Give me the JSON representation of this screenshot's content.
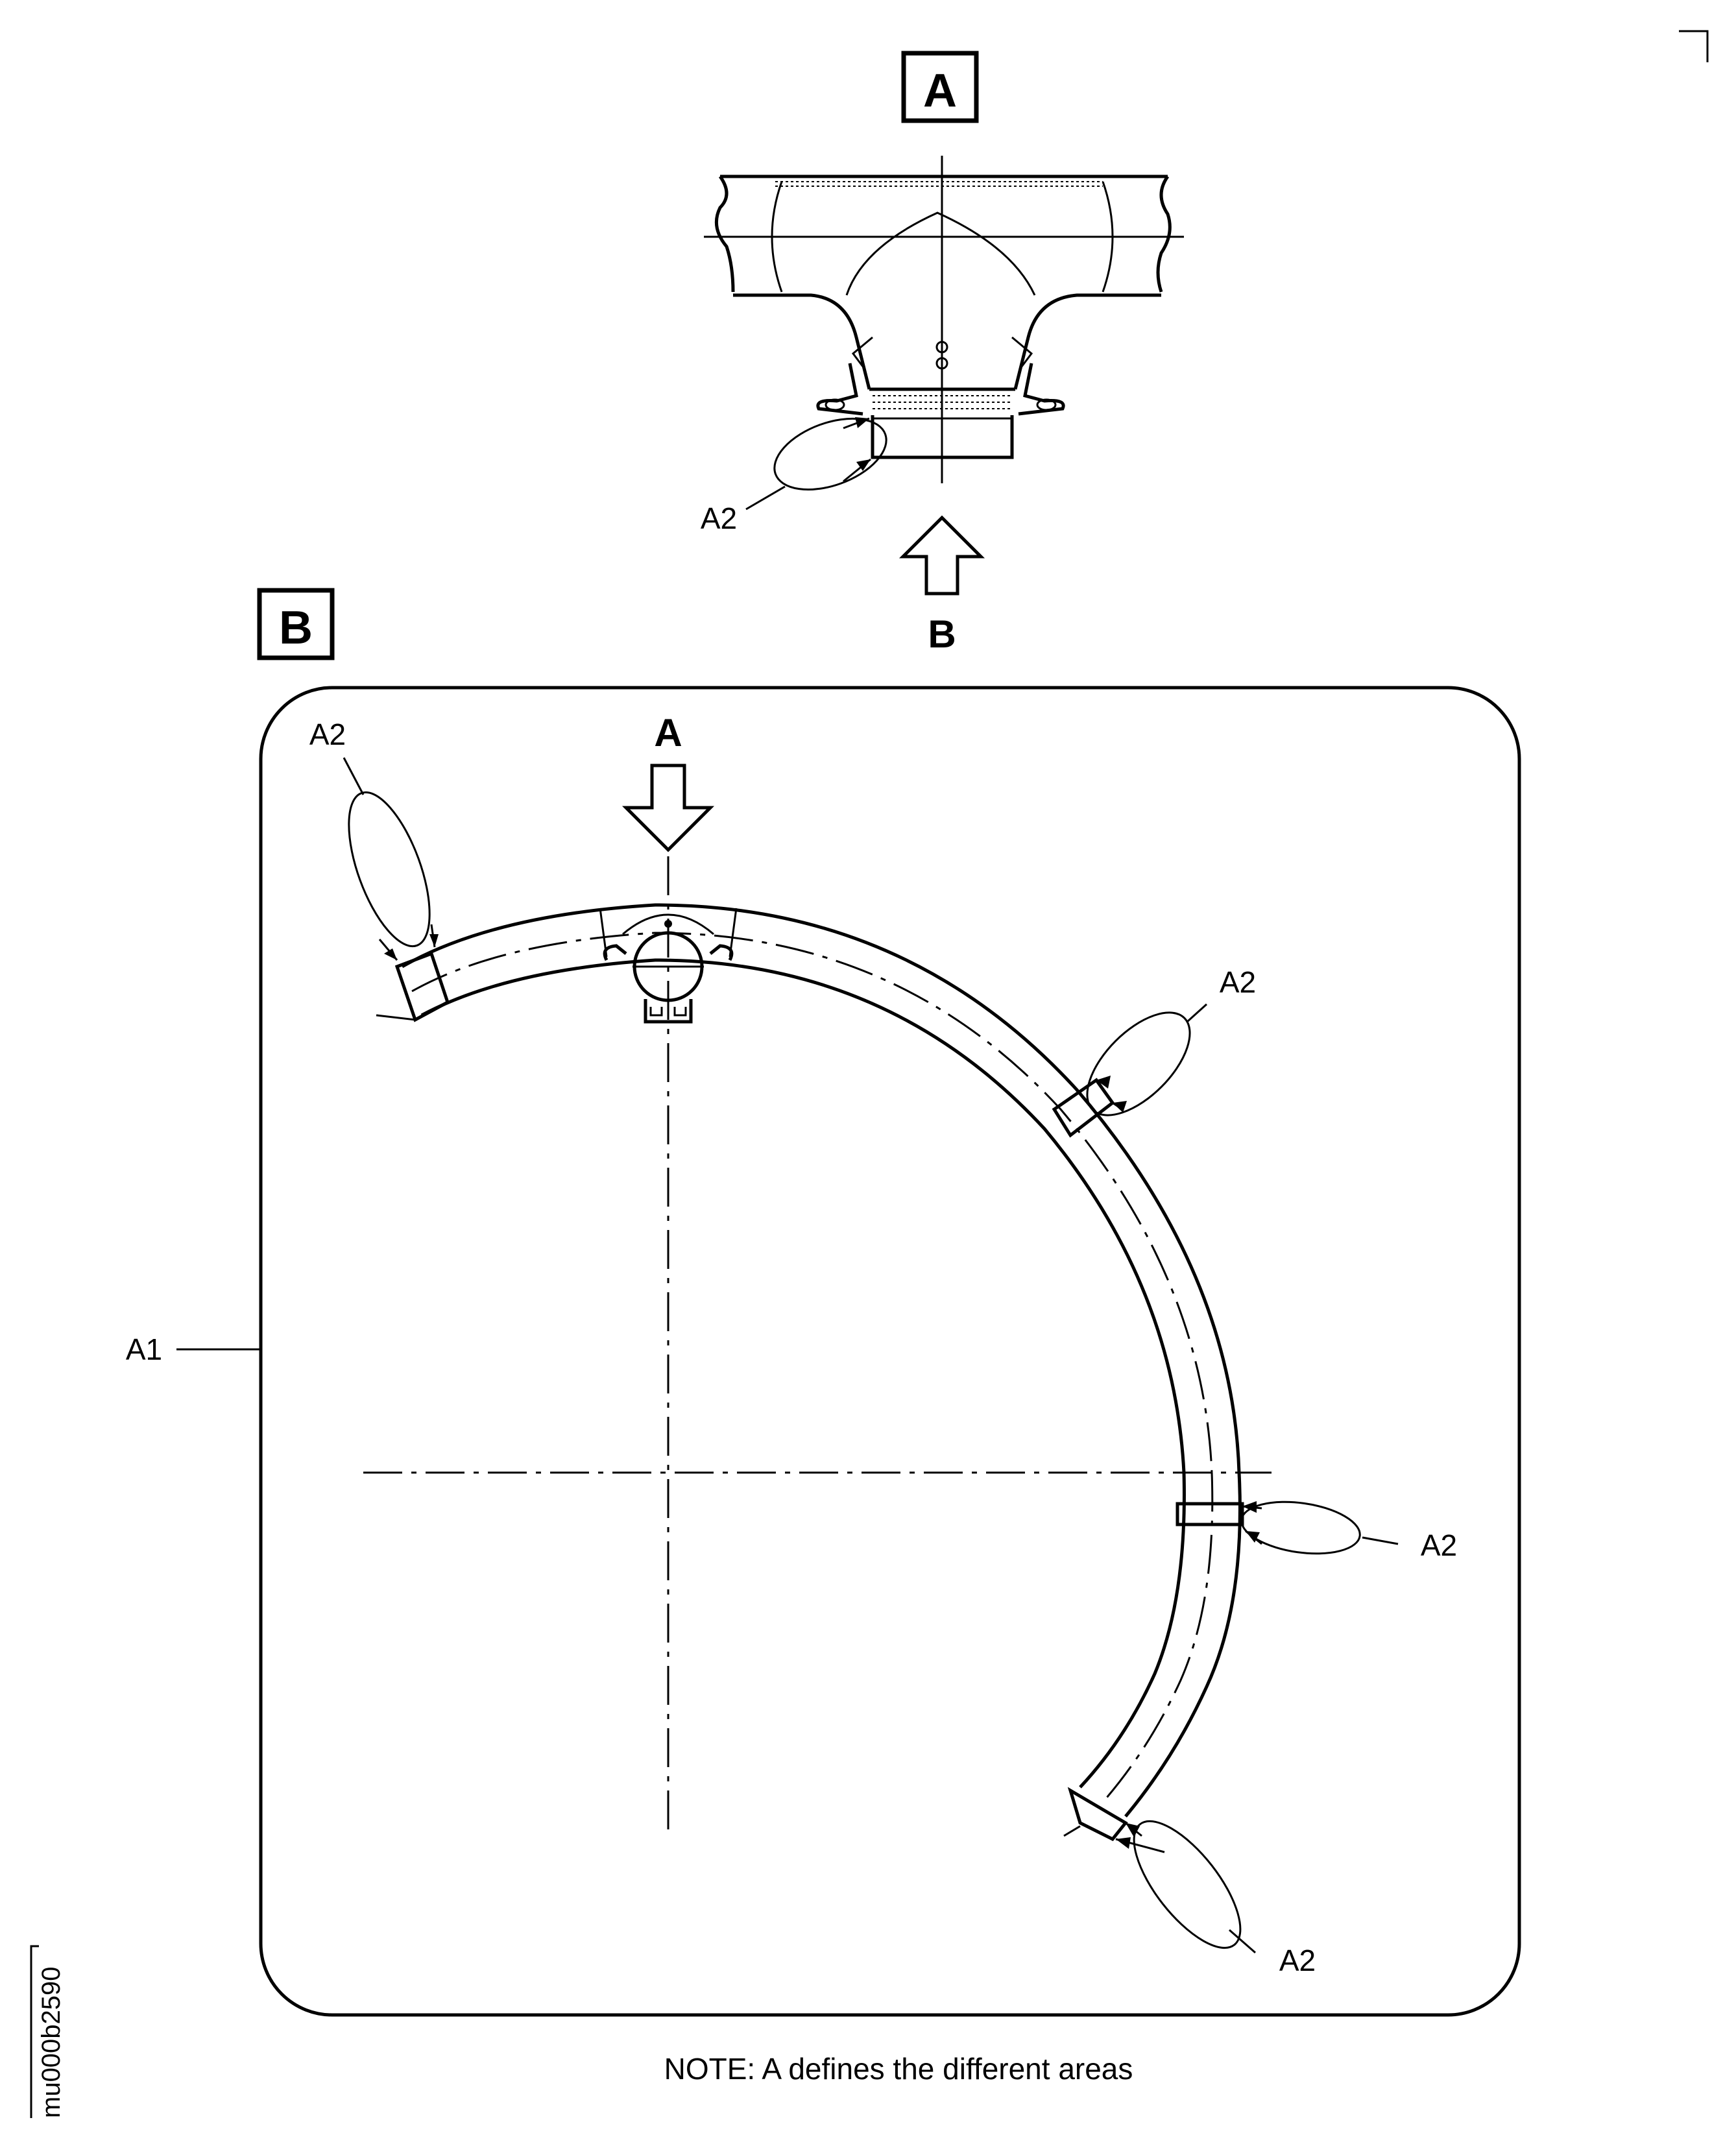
{
  "view_a": {
    "box_label": "A",
    "callout": "A2",
    "arrow_label": "B"
  },
  "view_b": {
    "box_label": "B",
    "arrow_label": "A",
    "outline_label": "A1",
    "callouts": [
      "A2",
      "A2",
      "A2",
      "A2"
    ]
  },
  "note": "NOTE: A defines the different areas",
  "figure_code": "mu000b2590"
}
